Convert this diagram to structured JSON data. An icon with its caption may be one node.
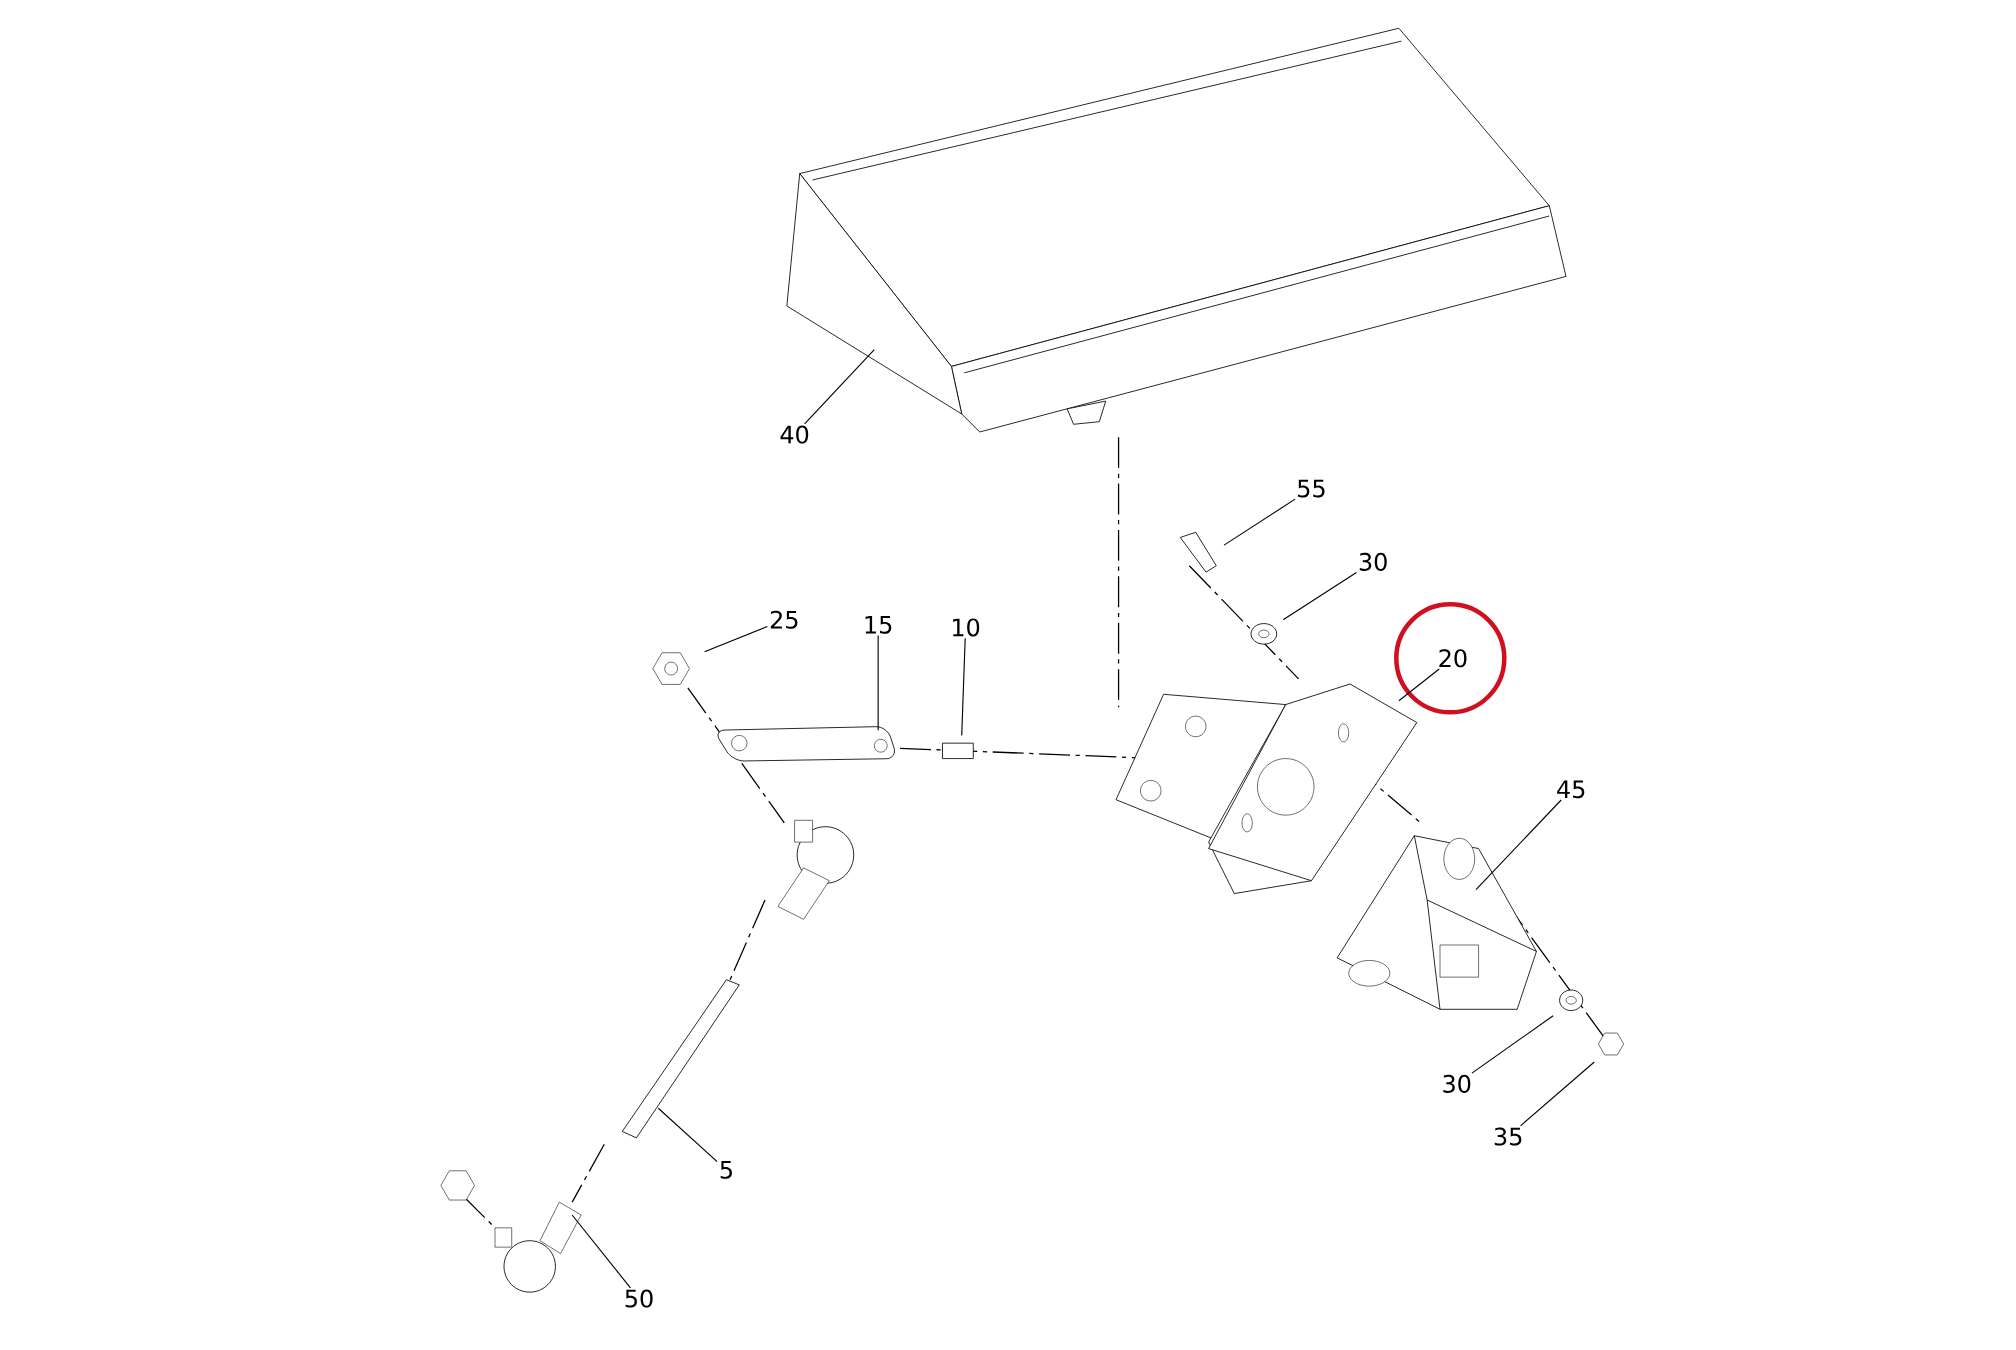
{
  "diagram": {
    "nodes": [
      {
        "text": [
          "40"
        ]
      },
      {
        "text": [
          "55"
        ]
      },
      {
        "text": [
          "30"
        ]
      },
      {
        "text": [
          "20"
        ]
      },
      {
        "text": [
          "25"
        ]
      },
      {
        "text": [
          "15"
        ]
      },
      {
        "text": [
          "10"
        ]
      },
      {
        "text": [
          "45"
        ]
      },
      {
        "text": [
          "30"
        ]
      },
      {
        "text": [
          "35"
        ]
      },
      {
        "text": [
          "5"
        ]
      },
      {
        "text": [
          "50"
        ]
      }
    ],
    "edges": [
      {
        "from": 0,
        "to": null,
        "arrow": "none"
      },
      {
        "from": 1,
        "to": null,
        "arrow": "none"
      },
      {
        "from": 2,
        "to": null,
        "arrow": "none"
      },
      {
        "from": 3,
        "to": null,
        "arrow": "none"
      },
      {
        "from": 4,
        "to": null,
        "arrow": "none"
      },
      {
        "from": 5,
        "to": null,
        "arrow": "none"
      },
      {
        "from": 6,
        "to": null,
        "arrow": "none"
      },
      {
        "from": 7,
        "to": null,
        "arrow": "none"
      },
      {
        "from": 8,
        "to": null,
        "arrow": "none"
      },
      {
        "from": 9,
        "to": null,
        "arrow": "none"
      },
      {
        "from": 10,
        "to": null,
        "arrow": "none"
      },
      {
        "from": 11,
        "to": null,
        "arrow": "none"
      }
    ]
  }
}
